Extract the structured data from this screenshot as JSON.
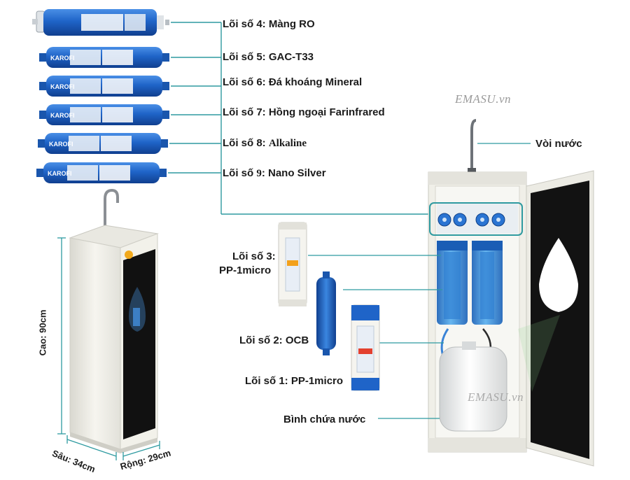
{
  "labels": {
    "ro": "Lõi số 4: Màng RO",
    "gac": "Lõi số 5: GAC-T33",
    "mineral": "Lõi số 6: Đá khoáng Mineral",
    "farinfrared": "Lõi số 7: Hồng ngoại Farinfrared",
    "alkaline_prefix": "Lõi số 8: ",
    "alkaline_name": "Alkaline",
    "nano_prefix": "Lõi số ",
    "nano_num": "9",
    "nano_name": ": Nano Silver",
    "faucet": "Vòi nước",
    "pp3_line1": "Lõi số 3:",
    "pp3_line2": "PP-1micro",
    "ocb": "Lõi số 2: OCB",
    "pp1": "Lõi số 1: PP-1micro",
    "tank": "Bình chứa nước"
  },
  "watermark": "EMASU.vn",
  "dimensions": {
    "height": "Cao: 90cm",
    "depth": "Sâu: 34cm",
    "width": "Rộng: 29cm"
  },
  "brand": "KAROFI",
  "colors": {
    "filter_blue": "#1f64c8",
    "leader_line": "#2e9aa0",
    "cabinet": "#f1f0ea",
    "panel": "#141414"
  }
}
